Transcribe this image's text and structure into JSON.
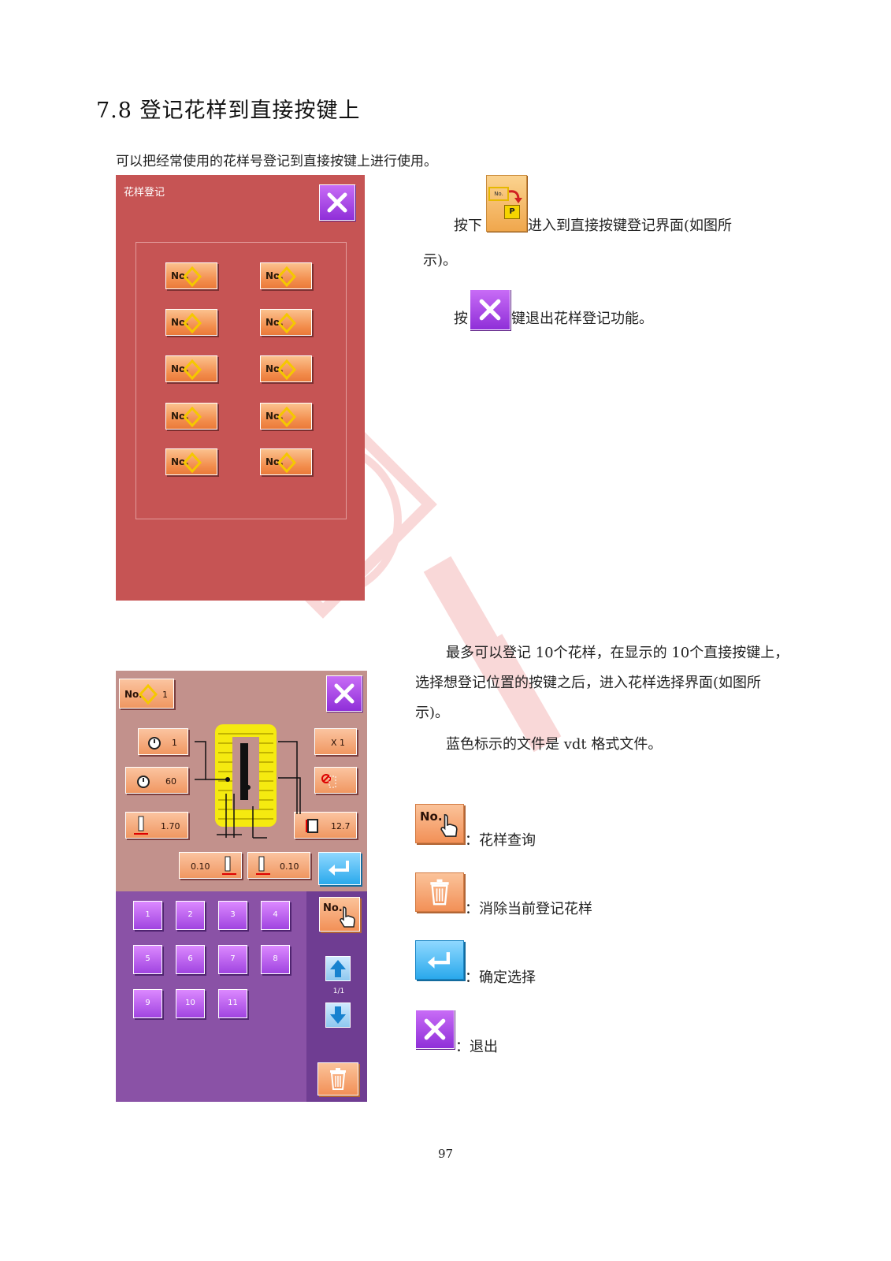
{
  "section_title": "7.8  登记花样到直接按键上",
  "intro": "可以把经常使用的花样号登记到直接按键上进行使用。",
  "panel1": {
    "title": "花样登记",
    "no_label": "No."
  },
  "instruction1": {
    "press": "按下",
    "text_a": "进入到直接按键登记界面(如图所",
    "text_b": "示)。",
    "press2": "按",
    "text2": "键退出花样登记功能。"
  },
  "icons": {
    "reg_icon_top": "No.",
    "reg_icon_bottom": "P"
  },
  "description": {
    "line1": "最多可以登记 10个花样，在显示的 10个直接按键上，",
    "line2": "选择想登记位置的按键之后，进入花样选择界面(如图所",
    "line3": "示)。",
    "line4": "蓝色标示的文件是 vdt 格式文件。"
  },
  "panel2": {
    "no_label": "No.",
    "no_value": "1",
    "param1": "1",
    "param2": "60",
    "param3": "1.70",
    "param4": "X 1",
    "param5": "12.7",
    "param6": "0.10",
    "param7": "0.10",
    "pattern_numbers": [
      "1",
      "2",
      "3",
      "4",
      "5",
      "6",
      "7",
      "8",
      "9",
      "10",
      "11"
    ],
    "page_indicator": "1/1"
  },
  "legend": {
    "search_label": "No.",
    "search": "：花样查询",
    "delete": "：消除当前登记花样",
    "confirm": "：确定选择",
    "exit": "：退出"
  },
  "page_number": "97",
  "colors": {
    "panel1_bg": "#c65454",
    "panel2_top_bg": "#c2918c",
    "panel2_bottom_bg": "#8a52a6",
    "accent_purple": "#a044e0",
    "accent_orange": "#f28b4a",
    "accent_blue": "#2aa9ec"
  }
}
